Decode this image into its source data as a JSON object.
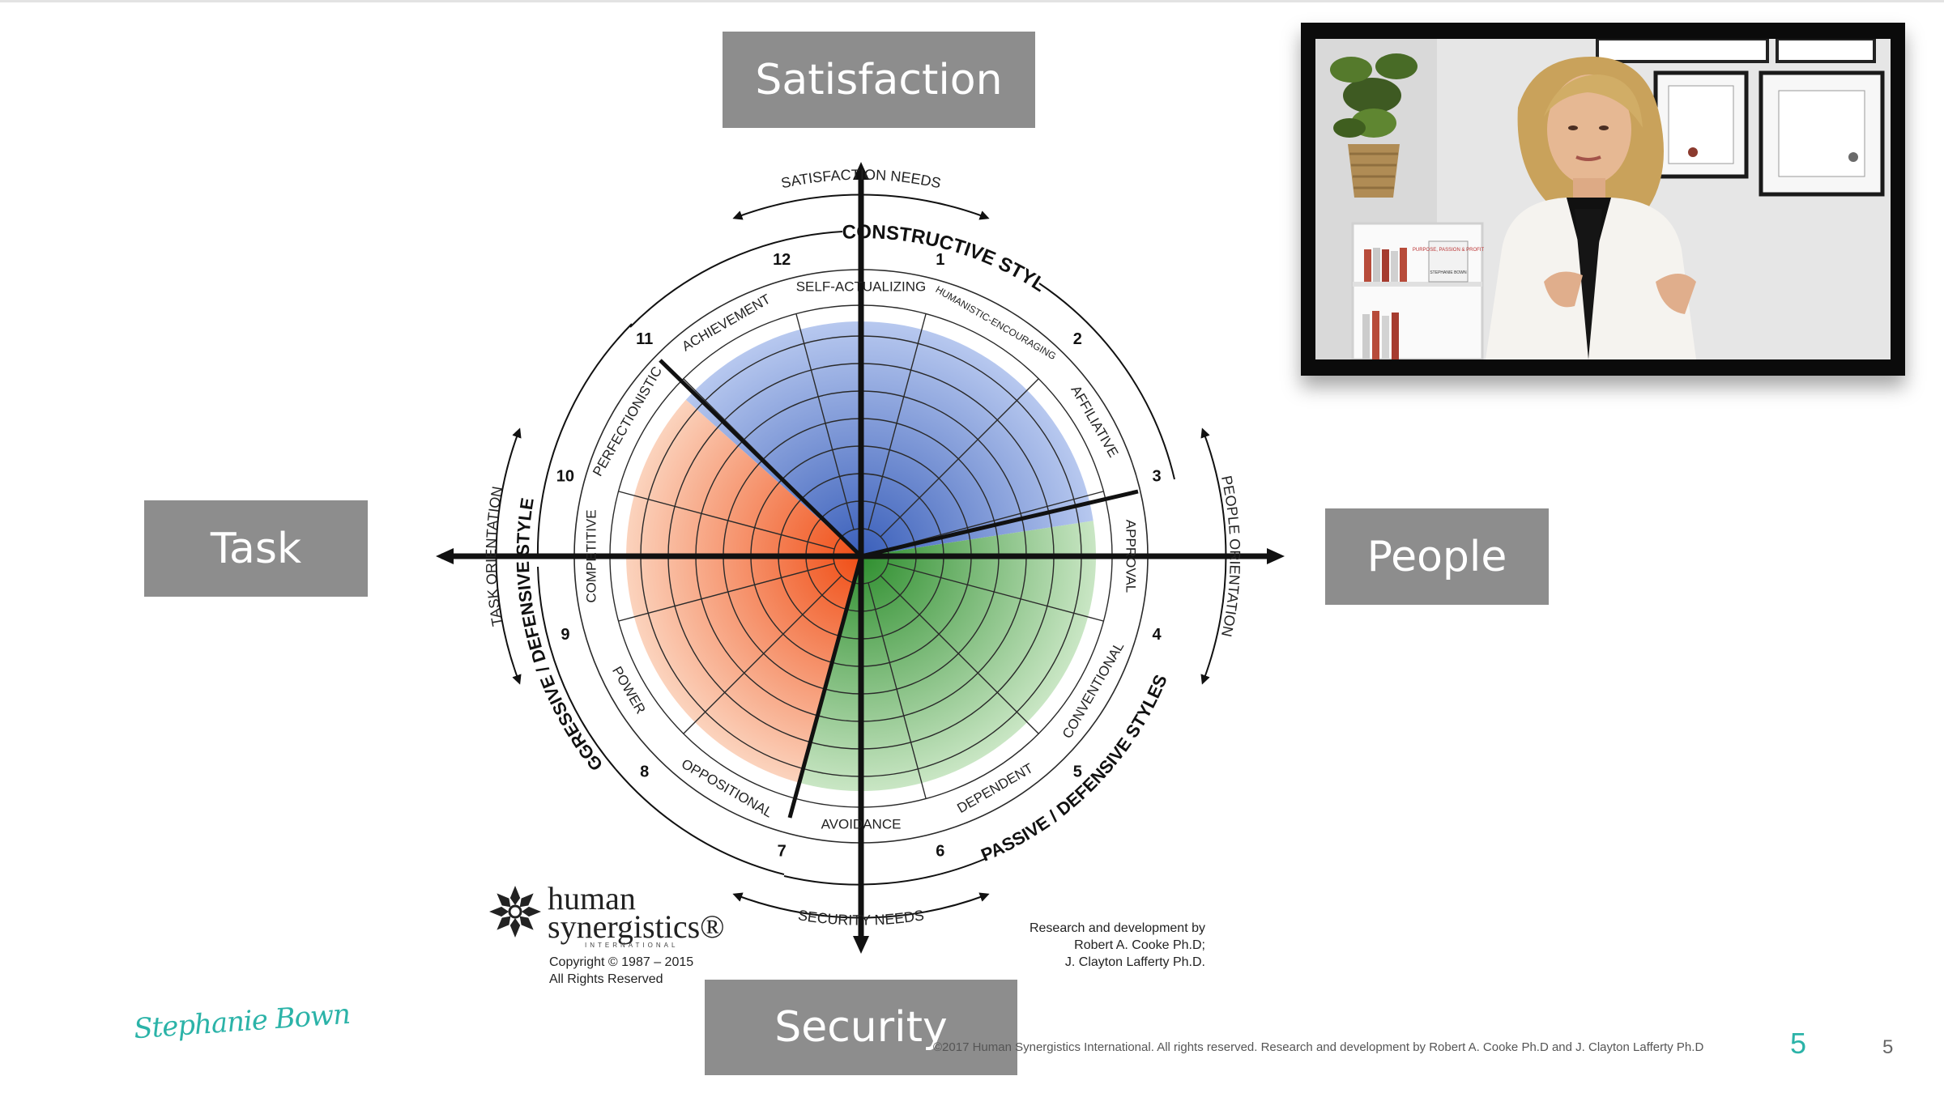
{
  "labels": {
    "satisfaction": "Satisfaction",
    "task": "Task",
    "people": "People",
    "security": "Security"
  },
  "circumplex": {
    "outer_labels": {
      "satisfaction_needs": "SATISFACTION NEEDS",
      "security_needs": "SECURITY NEEDS",
      "task_orientation": "TASK ORIENTATION",
      "people_orientation": "PEOPLE ORIENTATION"
    },
    "style_groups": {
      "constructive": "CONSTRUCTIVE STYLES",
      "passive_defensive": "PASSIVE / DEFENSIVE STYLES",
      "aggressive_defensive": "AGGRESSIVE / DEFENSIVE STYLES"
    },
    "clock_numbers": [
      "12",
      "1",
      "2",
      "3",
      "4",
      "5",
      "6",
      "7",
      "8",
      "9",
      "10",
      "11"
    ],
    "segments": [
      "SELF-ACTUALIZING",
      "HUMANISTIC-ENCOURAGING",
      "AFFILIATIVE",
      "APPROVAL",
      "CONVENTIONAL",
      "DEPENDENT",
      "AVOIDANCE",
      "OPPOSITIONAL",
      "POWER",
      "COMPETITIVE",
      "PERFECTIONISTIC",
      "ACHIEVEMENT"
    ],
    "colors": {
      "constructive": "#4f72c4",
      "passive_defensive": "#3f9a3c",
      "aggressive_defensive": "#f0602b"
    }
  },
  "logo": {
    "name_line1": "human",
    "name_line2": "synergistics®",
    "intl": "INTERNATIONAL",
    "copyright": "Copyright © 1987 – 2015",
    "rights": "All Rights Reserved"
  },
  "research": {
    "line1": "Research and development by",
    "line2": "Robert A. Cooke Ph.D;",
    "line3": "J. Clayton Lafferty Ph.D."
  },
  "footer": {
    "signature": "Stephanie Bown",
    "text": "©2017 Human Synergistics International. All rights reserved. Research and development by Robert A. Cooke Ph.D and J. Clayton Lafferty Ph.D",
    "slide_number_large": "5",
    "slide_number_small": "5"
  },
  "video": {
    "book_title": "PURPOSE, PASSION & PROFIT",
    "book_author": "STEPHANIE BOWN"
  }
}
